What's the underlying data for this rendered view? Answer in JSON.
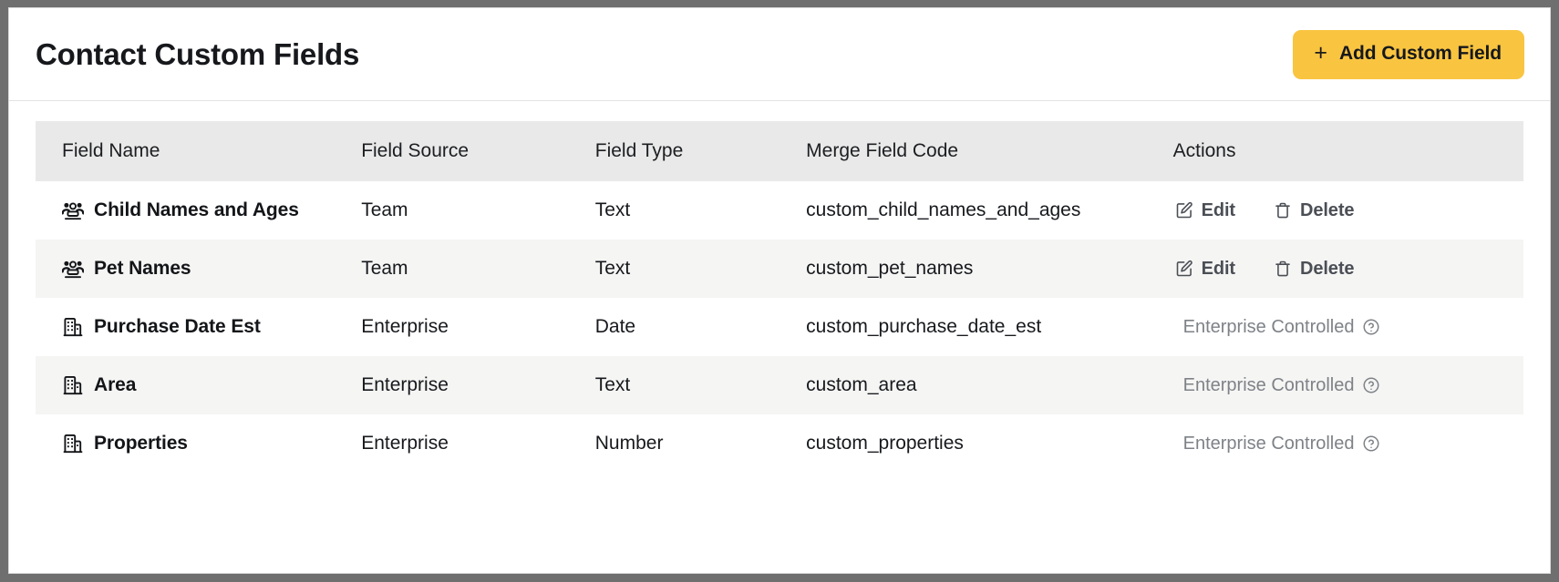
{
  "header": {
    "title": "Contact Custom Fields",
    "add_button": {
      "icon": "plus-icon",
      "plus": "+",
      "label": "Add Custom Field"
    }
  },
  "table": {
    "columns": [
      {
        "key": "field_name",
        "label": "Field Name"
      },
      {
        "key": "field_source",
        "label": "Field Source"
      },
      {
        "key": "field_type",
        "label": "Field Type"
      },
      {
        "key": "merge_code",
        "label": "Merge Field Code"
      },
      {
        "key": "actions",
        "label": "Actions"
      }
    ],
    "rows": [
      {
        "icon": "users-group-icon",
        "field_name": "Child Names and Ages",
        "field_source": "Team",
        "field_type": "Text",
        "merge_code": "custom_child_names_and_ages",
        "actions_kind": "editable",
        "edit_label": "Edit",
        "delete_label": "Delete"
      },
      {
        "icon": "users-group-icon",
        "field_name": "Pet Names",
        "field_source": "Team",
        "field_type": "Text",
        "merge_code": "custom_pet_names",
        "actions_kind": "editable",
        "edit_label": "Edit",
        "delete_label": "Delete"
      },
      {
        "icon": "building-icon",
        "field_name": "Purchase Date Est",
        "field_source": "Enterprise",
        "field_type": "Date",
        "merge_code": "custom_purchase_date_est",
        "actions_kind": "locked",
        "locked_label": "Enterprise Controlled"
      },
      {
        "icon": "building-icon",
        "field_name": "Area",
        "field_source": "Enterprise",
        "field_type": "Text",
        "merge_code": "custom_area",
        "actions_kind": "locked",
        "locked_label": "Enterprise Controlled"
      },
      {
        "icon": "building-icon",
        "field_name": "Properties",
        "field_source": "Enterprise",
        "field_type": "Number",
        "merge_code": "custom_properties",
        "actions_kind": "locked",
        "locked_label": "Enterprise Controlled"
      }
    ]
  },
  "icons": {
    "edit": "edit-pencil-icon",
    "delete": "trash-icon",
    "help": "help-circle-icon"
  },
  "colors": {
    "accent": "#f9c440",
    "header_row": "#e9e9e9",
    "alt_row": "#f5f5f4",
    "muted_text": "#7e8287",
    "action_text": "#4b4f55",
    "page_backdrop": "#6f6f6f"
  }
}
